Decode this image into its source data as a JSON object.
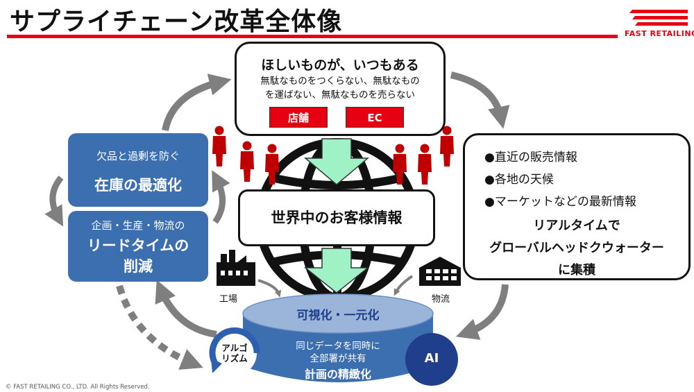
{
  "title": "サプライチェーン改革全体像",
  "logo": {
    "text": "FAST RETAILING",
    "color": "#e60012"
  },
  "top_box": {
    "heading": "ほしいものが、いつもある",
    "sub_line1": "無駄なものをつくらない、無駄なもの",
    "sub_line2": "を運ばない、無駄なものを売らない",
    "store_label": "店舗",
    "ec_label": "EC"
  },
  "center_box": {
    "label": "世界中のお客様情報"
  },
  "right_box": {
    "items": [
      "●直近の販売情報",
      "●各地の天候",
      "●マーケットなどの最新情報"
    ],
    "line1": "リアルタイムで",
    "line2": "グローバルヘッドクウォーター",
    "line3": "に集積"
  },
  "left_top_box": {
    "small": "欠品と過剰を防ぐ",
    "big": "在庫の最適化"
  },
  "left_bottom_box": {
    "small": "企画・生産・物流の",
    "big1": "リードタイムの",
    "big2": "削減"
  },
  "factory_label": "工場",
  "logistics_label": "物流",
  "cylinder": {
    "top_label": "可視化・一元化",
    "line1": "同じデータを同時に",
    "line2": "全部署が共有",
    "line3": "計画の精緻化"
  },
  "algorithm_label_1": "アル",
  "algorithm_label_1b": "ゴ",
  "algorithm_label_2": "リズム",
  "ai_label": "AI",
  "footer": "© FAST RETAILING CO., LTD. All Rights Reserved.",
  "colors": {
    "red": "#e60012",
    "blue": "#3c6fb0",
    "arrow_gray": "#7f7f7f",
    "green_arrow": "#9ff2c6",
    "person": "#c00000",
    "cylinder_top": "#9ab4da",
    "cylinder_body": "#3c6fb0",
    "ai_circle": "#1f3f8c"
  }
}
